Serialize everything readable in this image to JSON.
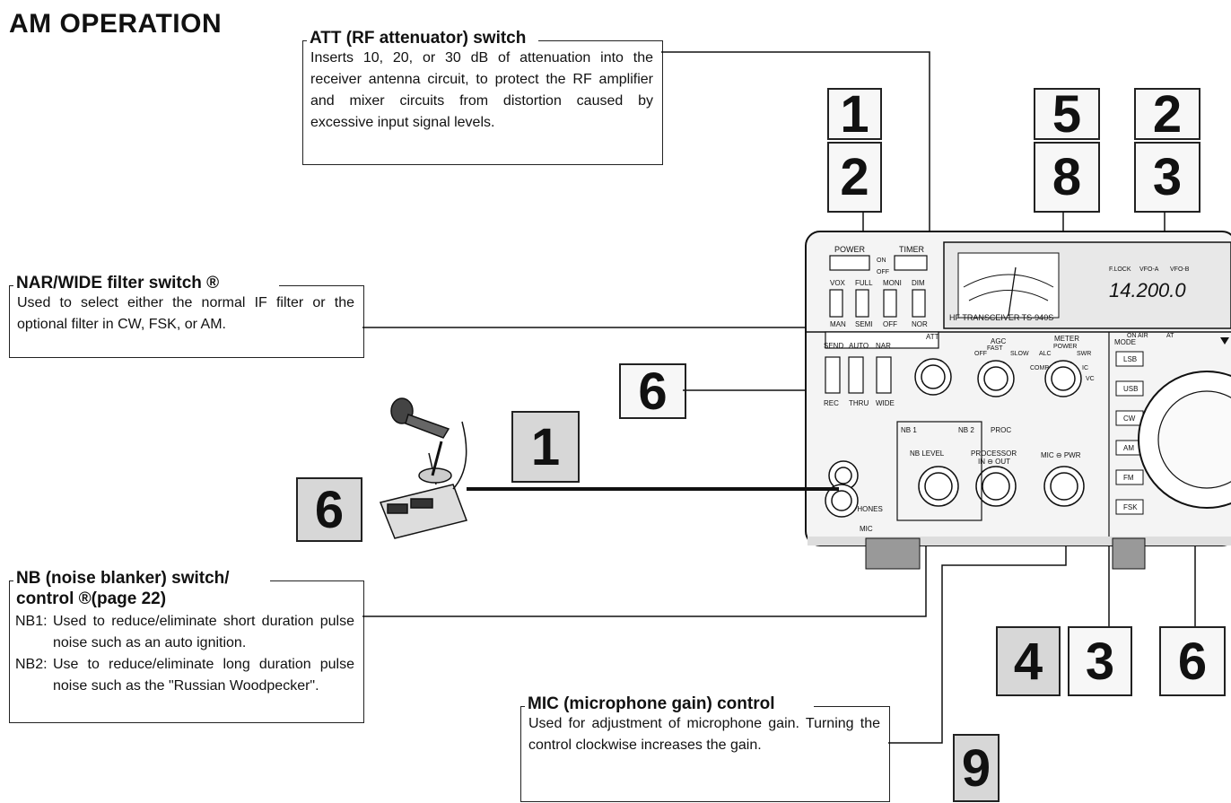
{
  "page": {
    "title": "AM OPERATION"
  },
  "callouts": {
    "att": {
      "heading": "ATT (RF attenuator) switch",
      "body": "Inserts 10, 20, or 30 dB of attenuation into the receiver antenna circuit, to protect the RF amplifier and mixer circuits from distortion caused by excessive input signal levels."
    },
    "nar": {
      "heading": "NAR/WIDE filter switch ®",
      "body": "Used to select either the normal IF filter or the optional filter in CW, FSK, or AM."
    },
    "nb": {
      "heading_line1": "NB (noise blanker) switch/",
      "heading_line2": "control ®(page 22)",
      "items": [
        {
          "key": "NB1:",
          "text": "Used to reduce/eliminate short duration pulse noise such as an auto ignition."
        },
        {
          "key": "NB2:",
          "text": "Use to reduce/eliminate long duration pulse noise such as the \"Russian Woodpecker\"."
        }
      ]
    },
    "mic": {
      "heading": "MIC (microphone gain) control",
      "body": "Used for adjustment of microphone gain. Turning the control clockwise increases the gain."
    }
  },
  "step_numbers": {
    "top_left_1": "1",
    "top_left_2": "2",
    "top_mid_5": "5",
    "top_mid_8": "8",
    "top_right_2": "2",
    "top_right_3": "3",
    "mid_6": "6",
    "mic_1": "1",
    "mic_6": "6",
    "bottom_4": "4",
    "bottom_3": "3",
    "bottom_6": "6",
    "bottom_9": "9"
  },
  "radio": {
    "model": "HF TRANSCEIVER TS-940S",
    "power_label": "POWER",
    "timer_label": "TIMER",
    "on_label": "ON",
    "off_label": "OFF",
    "top_switches": [
      "VOX",
      "FULL",
      "MONI",
      "DIM"
    ],
    "bottom_switches": [
      "MAN",
      "SEMI",
      "OFF",
      "NOR"
    ],
    "send_label": "SEND",
    "auto_label": "AUTO",
    "nar_label": "NAR",
    "rec_label": "REC",
    "thru_label": "THRU",
    "wide_label": "WIDE",
    "att_label": "ATT",
    "agc_label": "AGC",
    "meter_label": "METER",
    "agc_positions": [
      "OFF",
      "FAST",
      "SLOW"
    ],
    "meter_positions": [
      "POWER",
      "ALC",
      "SWR",
      "COMP",
      "IC",
      "VC"
    ],
    "nb1": "NB 1",
    "nb2": "NB 2",
    "nb_level": "NB LEVEL",
    "proc": "PROC",
    "processor": "PROCESSOR",
    "in_out": "IN ⊖ OUT",
    "mic_pwr": "MIC ⊖ PWR",
    "phones": "PHONES",
    "mic": "MIC",
    "freq_display": "14.200.0",
    "display_labels": [
      "F.LOCK",
      "VFO-A",
      "VFO-B"
    ],
    "on_air": "ON AIR",
    "at": "AT",
    "mode_label": "MODE",
    "modes": [
      "LSB",
      "USB",
      "CW",
      "AM",
      "FM",
      "FSK"
    ]
  }
}
